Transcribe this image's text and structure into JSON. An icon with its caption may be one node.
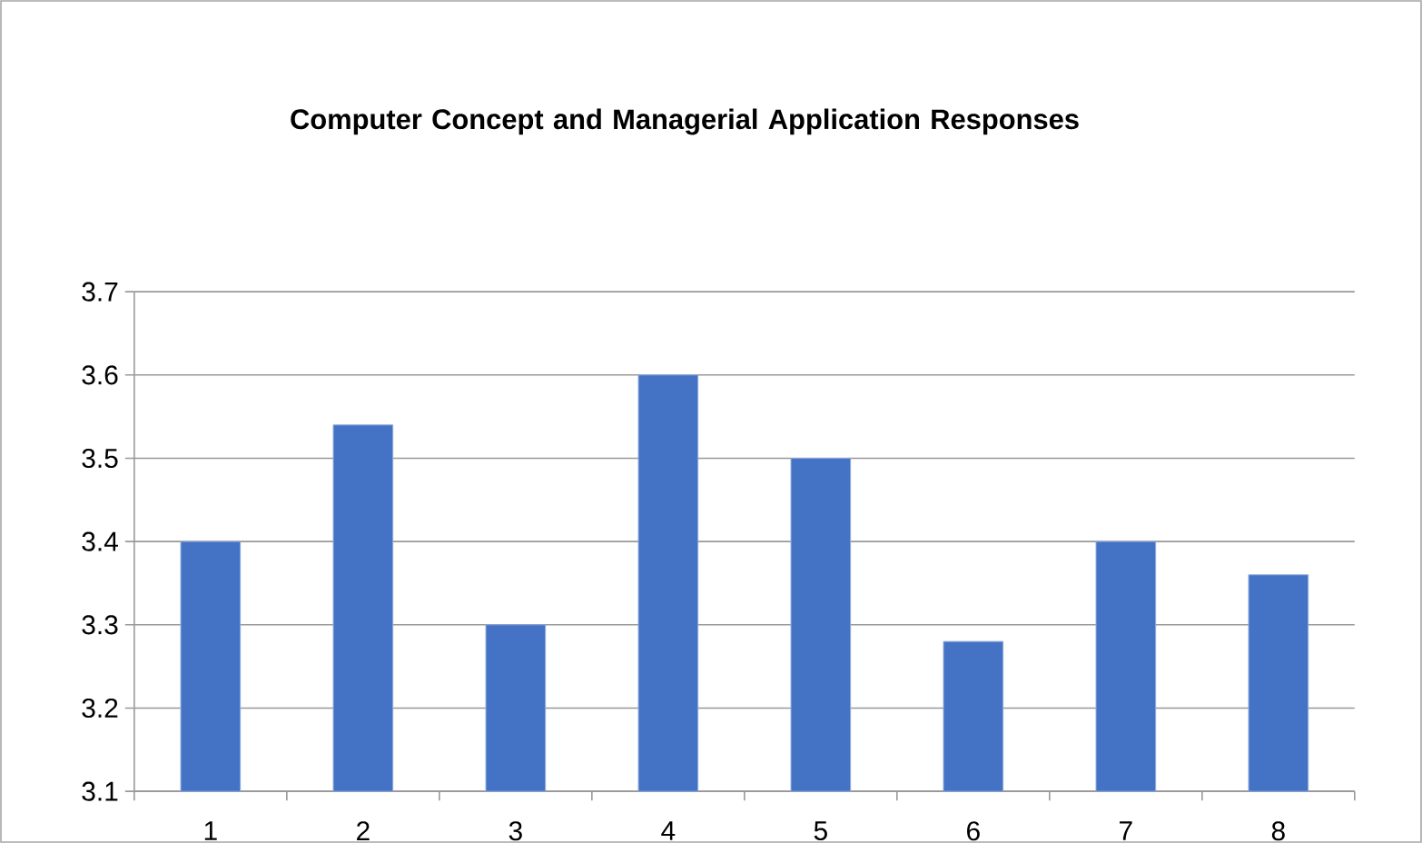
{
  "diagram": {
    "chart_data": {
      "type": "bar",
      "title": "Computer Concept and Managerial Application Responses",
      "categories": [
        "1",
        "2",
        "3",
        "4",
        "5",
        "6",
        "7",
        "8"
      ],
      "series": [
        {
          "color": "#4472c4",
          "values": [
            3.4,
            3.54,
            3.3,
            3.6,
            3.5,
            3.28,
            3.4,
            3.36
          ]
        }
      ],
      "ylim": [
        3.1,
        3.7
      ],
      "grid": "y",
      "yticks": [
        3.1,
        3.2,
        3.3,
        3.4,
        3.5,
        3.6,
        3.7
      ]
    }
  }
}
